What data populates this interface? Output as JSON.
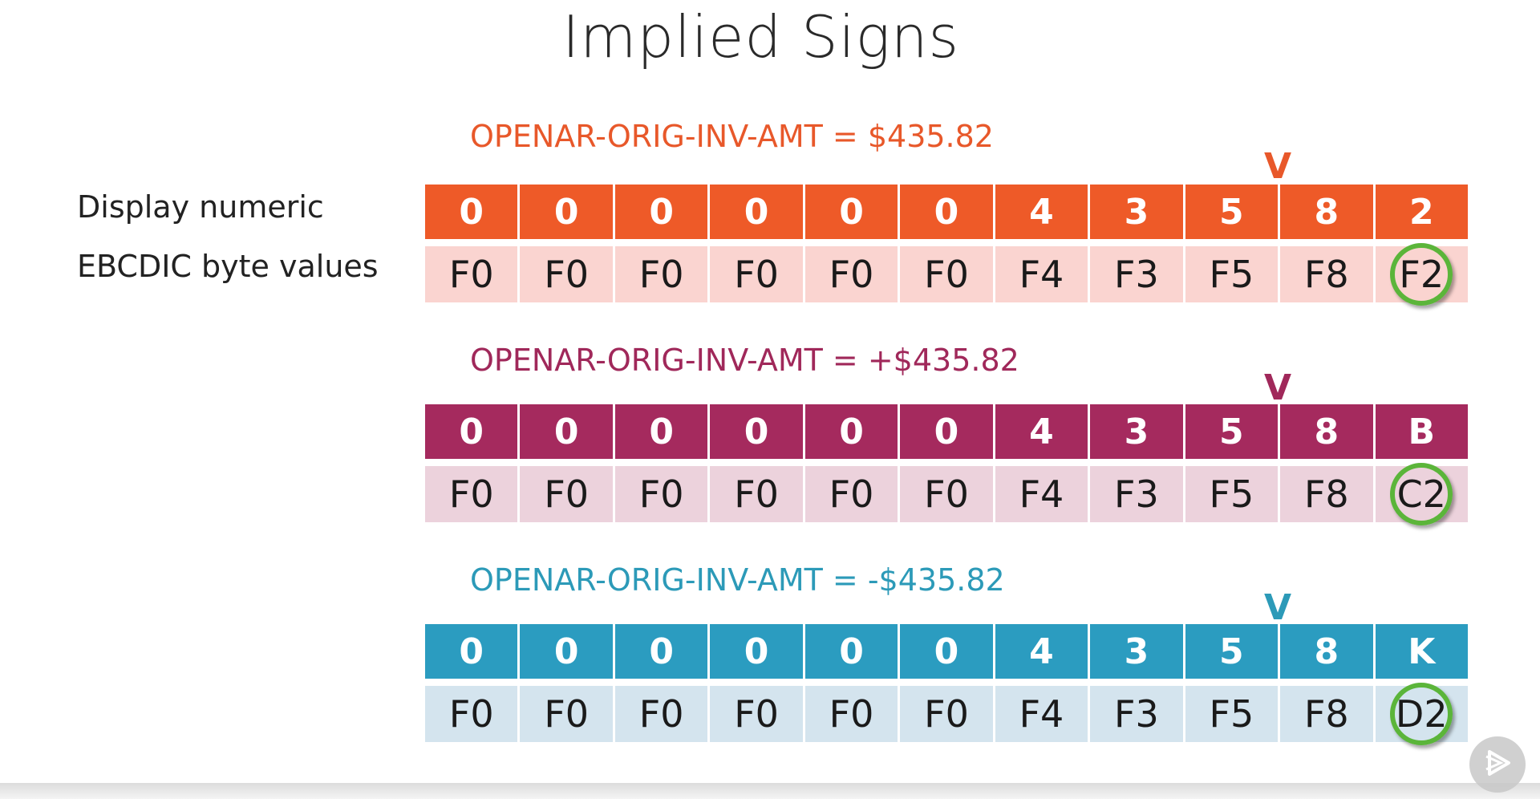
{
  "title": "Implied Signs",
  "labels": {
    "display_numeric": "Display numeric",
    "ebcdic": "EBCDIC byte values"
  },
  "marker_char": "V",
  "sections": [
    {
      "equation": "OPENAR-ORIG-INV-AMT = $435.82",
      "accent": "#e8582a",
      "digit_bg": "#ee5a28",
      "byte_bg": "#fad4d0",
      "digits": [
        "0",
        "0",
        "0",
        "0",
        "0",
        "0",
        "4",
        "3",
        "5",
        "8",
        "2"
      ],
      "bytes": [
        "F0",
        "F0",
        "F0",
        "F0",
        "F0",
        "F0",
        "F4",
        "F3",
        "F5",
        "F8",
        "F2"
      ]
    },
    {
      "equation": "OPENAR-ORIG-INV-AMT = +$435.82",
      "accent": "#a0285a",
      "digit_bg": "#a52a5e",
      "byte_bg": "#ecd2dc",
      "digits": [
        "0",
        "0",
        "0",
        "0",
        "0",
        "0",
        "4",
        "3",
        "5",
        "8",
        "B"
      ],
      "bytes": [
        "F0",
        "F0",
        "F0",
        "F0",
        "F0",
        "F0",
        "F4",
        "F3",
        "F5",
        "F8",
        "C2"
      ]
    },
    {
      "equation": "OPENAR-ORIG-INV-AMT = -$435.82",
      "accent": "#2c9ab8",
      "digit_bg": "#2b9cc0",
      "byte_bg": "#d4e4ee",
      "digits": [
        "0",
        "0",
        "0",
        "0",
        "0",
        "0",
        "4",
        "3",
        "5",
        "8",
        "K"
      ],
      "bytes": [
        "F0",
        "F0",
        "F0",
        "F0",
        "F0",
        "F0",
        "F4",
        "F3",
        "F5",
        "F8",
        "D2"
      ]
    }
  ],
  "highlight_color": "#5bb53a",
  "play_icon": "play-triangle-icon"
}
